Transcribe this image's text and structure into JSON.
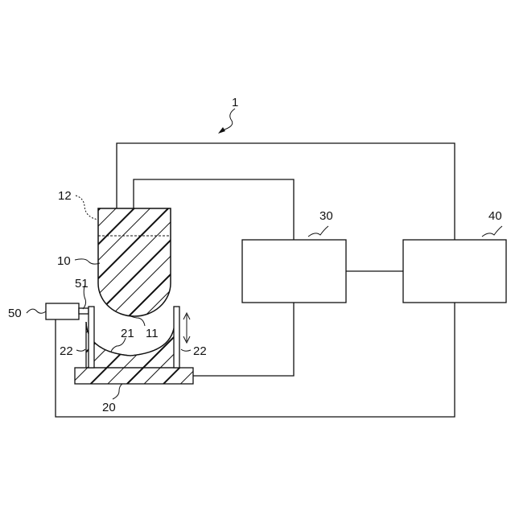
{
  "labels": {
    "system": "1",
    "holder": "10",
    "holder_face": "11",
    "holder_top": "12",
    "stage": "20",
    "stage_face": "21",
    "guide_left": "22",
    "guide_right": "22",
    "unit_a": "30",
    "unit_b": "40",
    "actuator": "50",
    "actuator_rod": "51"
  },
  "colors": {
    "line": "#111111",
    "background": "#ffffff"
  }
}
